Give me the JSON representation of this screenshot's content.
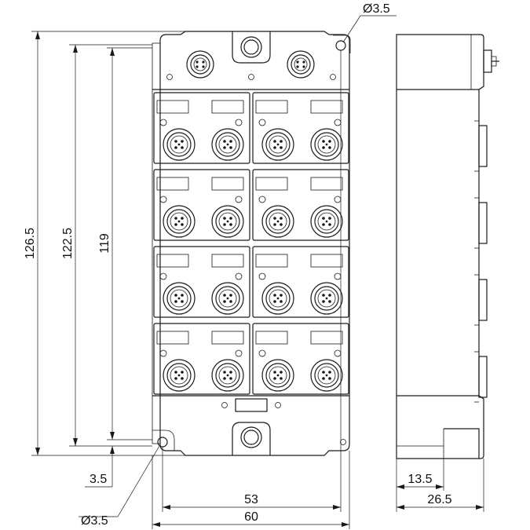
{
  "drawing": {
    "dim_hole_top": "Ø3.5",
    "dim_hole_bottom": "Ø3.5",
    "dim_height_outer": "126.5",
    "dim_height_mid": "122.5",
    "dim_height_inner": "119",
    "dim_offset_bottom": "3.5",
    "dim_width_inner": "53",
    "dim_width_outer": "60",
    "dim_depth_inner": "13.5",
    "dim_depth_outer": "26.5"
  }
}
